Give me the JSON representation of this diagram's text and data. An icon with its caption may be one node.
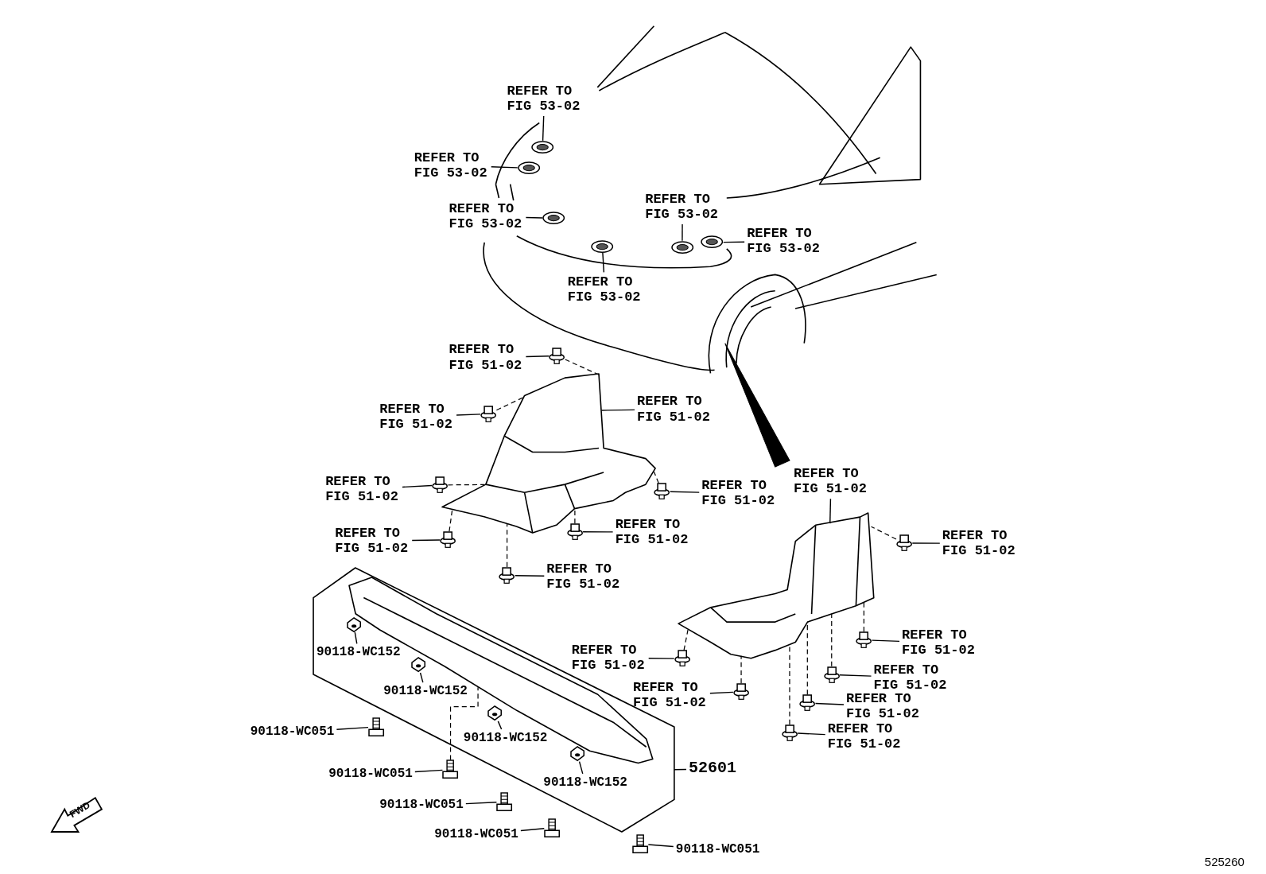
{
  "diagram": {
    "nodes": [
      {
        "text": [
          "REFER TO FIG 53-02"
        ]
      },
      {
        "text": [
          "REFER TO FIG 53-02"
        ]
      },
      {
        "text": [
          "REFER TO FIG 53-02"
        ]
      },
      {
        "text": [
          "REFER TO FIG 53-02"
        ]
      },
      {
        "text": [
          "REFER TO FIG 53-02"
        ]
      },
      {
        "text": [
          "REFER TO FIG 53-02"
        ]
      },
      {
        "text": [
          "REFER TO FIG 51-02"
        ]
      },
      {
        "text": [
          "REFER TO FIG 51-02"
        ]
      },
      {
        "text": [
          "REFER TO FIG 51-02"
        ]
      },
      {
        "text": [
          "REFER TO FIG 51-02"
        ]
      },
      {
        "text": [
          "REFER TO FIG 51-02"
        ]
      },
      {
        "text": [
          "REFER TO FIG 51-02"
        ]
      },
      {
        "text": [
          "REFER TO FIG 51-02"
        ]
      },
      {
        "text": [
          "REFER TO FIG 51-02"
        ]
      },
      {
        "text": [
          "REFER TO FIG 51-02"
        ]
      },
      {
        "text": [
          "REFER TO FIG 51-02"
        ]
      },
      {
        "text": [
          "REFER TO FIG 51-02"
        ]
      },
      {
        "text": [
          "REFER TO FIG 51-02"
        ]
      },
      {
        "text": [
          "REFER TO FIG 51-02"
        ]
      },
      {
        "text": [
          "REFER TO FIG 51-02"
        ]
      },
      {
        "text": [
          "REFER TO FIG 51-02"
        ]
      },
      {
        "text": [
          "REFER TO FIG 51-02"
        ]
      },
      {
        "text": [],
        "shape": "box"
      },
      {
        "text": [],
        "shape": "picture",
        "in": 22
      },
      {
        "text": [
          "90118-WC152"
        ],
        "in": 22
      },
      {
        "text": [
          "90118-WC152"
        ],
        "in": 22
      },
      {
        "text": [
          "90118-WC152"
        ],
        "in": 22
      },
      {
        "text": [
          "90118-WC152"
        ],
        "in": 22
      },
      {
        "text": [
          "90118-WC051"
        ]
      },
      {
        "text": [
          "90118-WC051"
        ]
      },
      {
        "text": [
          "90118-WC051"
        ]
      },
      {
        "text": [
          "90118-WC051"
        ]
      },
      {
        "text": [
          "90118-WC051"
        ]
      },
      {
        "text": [
          "52601"
        ]
      },
      {
        "text": [],
        "shape": "picture"
      },
      {
        "text": [],
        "shape": "picture"
      },
      {
        "text": [],
        "shape": "picture"
      },
      {
        "text": [],
        "shape": "picture"
      },
      {
        "text": [],
        "shape": "picture"
      },
      {
        "text": [],
        "shape": "picture"
      },
      {
        "text": [],
        "shape": "picture"
      },
      {
        "text": [],
        "shape": "picture"
      },
      {
        "text": [],
        "shape": "picture"
      },
      {
        "text": [],
        "shape": "picture"
      },
      {
        "text": [],
        "shape": "picture"
      },
      {
        "text": [],
        "shape": "picture"
      },
      {
        "text": [],
        "shape": "picture"
      },
      {
        "text": [],
        "shape": "picture"
      },
      {
        "text": [],
        "shape": "picture"
      },
      {
        "text": [],
        "shape": "picture"
      },
      {
        "text": [],
        "shape": "picture"
      },
      {
        "text": [],
        "shape": "picture"
      },
      {
        "text": [],
        "shape": "picture"
      },
      {
        "text": [],
        "shape": "picture"
      },
      {
        "text": [],
        "shape": "picture"
      },
      {
        "text": [],
        "shape": "picture"
      },
      {
        "text": [],
        "shape": "picture",
        "in": 22
      },
      {
        "text": [],
        "shape": "picture",
        "in": 22
      },
      {
        "text": [],
        "shape": "picture",
        "in": 22
      },
      {
        "text": [],
        "shape": "picture",
        "in": 22
      },
      {
        "text": [],
        "shape": "picture"
      },
      {
        "text": [],
        "shape": "picture"
      },
      {
        "text": [],
        "shape": "picture"
      },
      {
        "text": [],
        "shape": "picture"
      },
      {
        "text": [],
        "shape": "picture"
      }
    ],
    "edges": [
      {
        "from": 0,
        "to": 36,
        "arrow": "none"
      },
      {
        "from": 1,
        "to": 37,
        "arrow": "none"
      },
      {
        "from": 2,
        "to": 38,
        "arrow": "none"
      },
      {
        "from": 3,
        "to": 39,
        "arrow": "none"
      },
      {
        "from": 4,
        "to": 40,
        "arrow": "none"
      },
      {
        "from": 5,
        "to": 41,
        "arrow": "none"
      },
      {
        "from": 6,
        "to": 42,
        "arrow": "none"
      },
      {
        "from": 7,
        "to": 43,
        "arrow": "none"
      },
      {
        "from": 8,
        "to": 34,
        "arrow": "none"
      },
      {
        "from": 9,
        "to": 44,
        "arrow": "none"
      },
      {
        "from": 10,
        "to": 45,
        "arrow": "none"
      },
      {
        "from": 11,
        "to": 46,
        "arrow": "none"
      },
      {
        "from": 12,
        "to": 47,
        "arrow": "none"
      },
      {
        "from": 13,
        "to": 48,
        "arrow": "none"
      },
      {
        "from": 14,
        "to": 35,
        "arrow": "none"
      },
      {
        "from": 15,
        "to": 49,
        "arrow": "none"
      },
      {
        "from": 16,
        "to": 50,
        "arrow": "none"
      },
      {
        "from": 17,
        "to": 51,
        "arrow": "none"
      },
      {
        "from": 18,
        "to": 52,
        "arrow": "none"
      },
      {
        "from": 19,
        "to": 53,
        "arrow": "none"
      },
      {
        "from": 20,
        "to": 54,
        "arrow": "none"
      },
      {
        "from": 21,
        "to": 55,
        "arrow": "none"
      },
      {
        "from": 24,
        "to": 56,
        "arrow": "none"
      },
      {
        "from": 25,
        "to": 57,
        "arrow": "none"
      },
      {
        "from": 26,
        "to": 58,
        "arrow": "none"
      },
      {
        "from": 27,
        "to": 59,
        "arrow": "none"
      },
      {
        "from": 28,
        "to": 60,
        "arrow": "none"
      },
      {
        "from": 29,
        "to": 61,
        "arrow": "none"
      },
      {
        "from": 30,
        "to": 62,
        "arrow": "none"
      },
      {
        "from": 31,
        "to": 63,
        "arrow": "none"
      },
      {
        "from": 32,
        "to": 64,
        "arrow": "none"
      },
      {
        "from": 33,
        "to": 22,
        "arrow": "none"
      },
      {
        "from": 42,
        "to": 34,
        "arrow": "none",
        "style": "dashed"
      },
      {
        "from": 43,
        "to": 34,
        "arrow": "none",
        "style": "dashed"
      },
      {
        "from": 44,
        "to": 34,
        "arrow": "none",
        "style": "dashed"
      },
      {
        "from": 46,
        "to": 34,
        "arrow": "none",
        "style": "dashed"
      },
      {
        "from": 48,
        "to": 34,
        "arrow": "none",
        "style": "dashed"
      },
      {
        "from": 47,
        "to": 34,
        "arrow": "none",
        "style": "dashed"
      },
      {
        "from": 45,
        "to": 34,
        "arrow": "none",
        "style": "dashed"
      },
      {
        "from": 49,
        "to": 35,
        "arrow": "none",
        "style": "dashed"
      },
      {
        "from": 50,
        "to": 35,
        "arrow": "none",
        "style": "dashed"
      },
      {
        "from": 52,
        "to": 35,
        "arrow": "none",
        "style": "dashed"
      },
      {
        "from": 54,
        "to": 35,
        "arrow": "none",
        "style": "dashed"
      },
      {
        "from": 55,
        "to": 35,
        "arrow": "none",
        "style": "dashed"
      },
      {
        "from": 53,
        "to": 35,
        "arrow": "none",
        "style": "dashed"
      },
      {
        "from": 51,
        "to": 35,
        "arrow": "none",
        "style": "dashed"
      },
      {
        "from": 61,
        "to": 23,
        "arrow": "none",
        "style": "dashed"
      }
    ],
    "labels": [
      "FWD",
      "525260"
    ]
  }
}
